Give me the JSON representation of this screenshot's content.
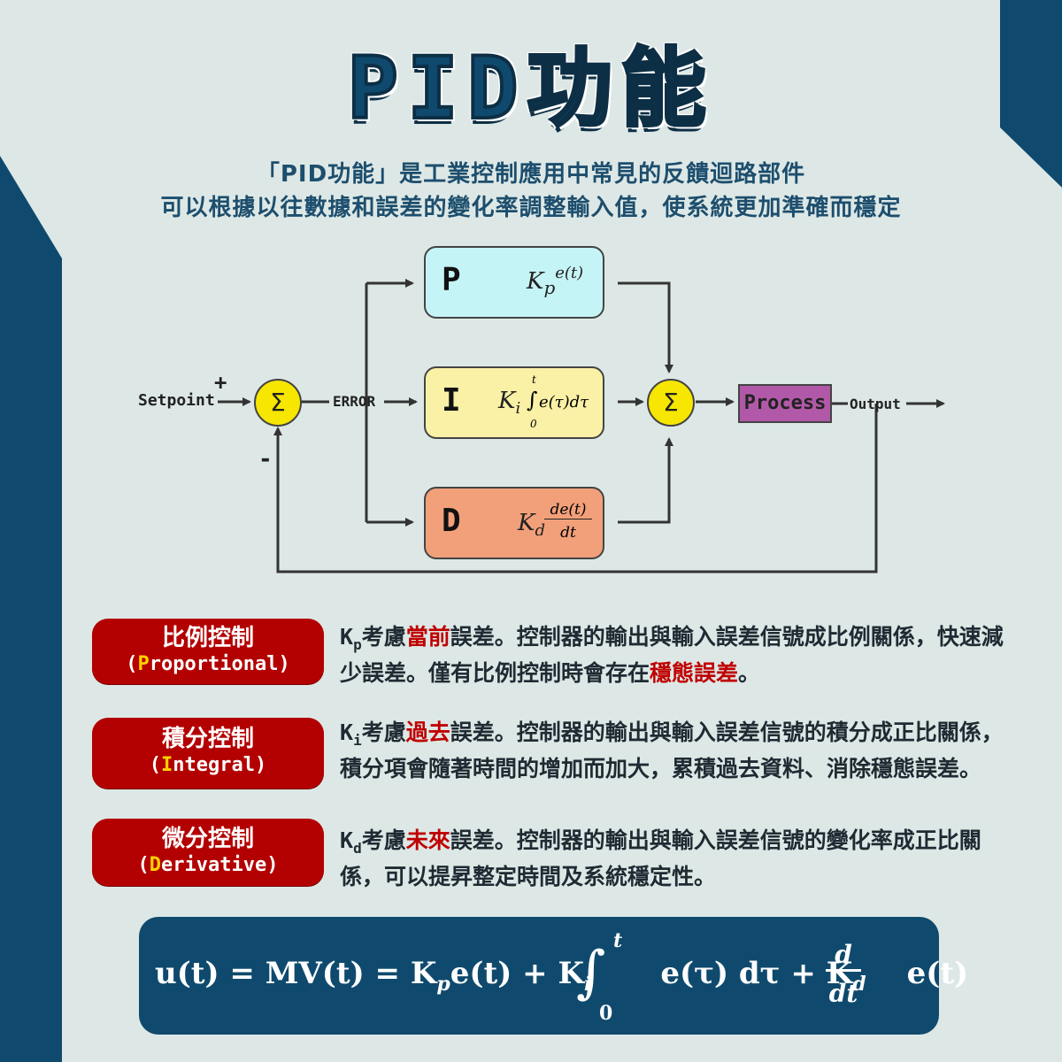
{
  "title": "PID功能",
  "subtitle": {
    "line1": "「PID功能」是工業控制應用中常見的反饋迴路部件",
    "line2": "可以根據以往數據和誤差的變化率調整輸入值，使系統更加準確而穩定"
  },
  "diagram": {
    "setpoint": "Setpoint",
    "plus": "+",
    "minus": "-",
    "sigma": "Σ",
    "error": "ERROR",
    "process": "Process",
    "output": "Output",
    "p_box": {
      "letter": "P",
      "k": "K",
      "k_sub": "p",
      "term": "e(t)"
    },
    "i_box": {
      "letter": "I",
      "k": "K",
      "k_sub": "i",
      "upper": "t",
      "lower": "0",
      "term": "e(τ)dτ"
    },
    "d_box": {
      "letter": "D",
      "k": "K",
      "k_sub": "d",
      "num": "de(t)",
      "den": "dt"
    }
  },
  "controls": [
    {
      "zh": "比例控制",
      "en_initial": "P",
      "en_rest": "roportional",
      "k": "K",
      "k_sub": "p",
      "text_a": "考慮",
      "highlight": "當前",
      "text_b": "誤差。控制器的輸出與輸入誤差信號成比例關係，快速減少誤差。僅有比例控制時會存在",
      "highlight2": "穩態誤差",
      "text_c": "。"
    },
    {
      "zh": "積分控制",
      "en_initial": "I",
      "en_rest": "ntegral",
      "k": "K",
      "k_sub": "i",
      "text_a": "考慮",
      "highlight": "過去",
      "text_b": "誤差。控制器的輸出與輸入誤差信號的積分成正比關係，積分項會隨著時間的增加而加大，累積過去資料、消除穩態誤差。"
    },
    {
      "zh": "微分控制",
      "en_initial": "D",
      "en_rest": "erivative",
      "k": "K",
      "k_sub": "d",
      "text_a": "考慮",
      "highlight": "未來",
      "text_b": "誤差。控制器的輸出與輸入誤差信號的變化率成正比關係，可以提昇整定時間及系統穩定性。"
    }
  ],
  "formula": {
    "lhs": "u(t) = MV(t) = K",
    "kp_sub": "p",
    "t1": "e(t) + K",
    "ki_sub": "i",
    "upper": "t",
    "lower": "0",
    "t2": "e(τ) dτ + K",
    "kd_sub": "d",
    "d_num": "d",
    "d_den": "dt",
    "t3": "e(t)"
  },
  "colors": {
    "background": "#dde8e6",
    "navy": "#0f4a6e",
    "p_box": "#c5f4f6",
    "i_box": "#faf0a6",
    "d_box": "#f2a07a",
    "sigma": "#f7e600",
    "process": "#b159a8",
    "pill": "#b30000",
    "highlight": "#c00000",
    "initial": "#ffd100"
  }
}
